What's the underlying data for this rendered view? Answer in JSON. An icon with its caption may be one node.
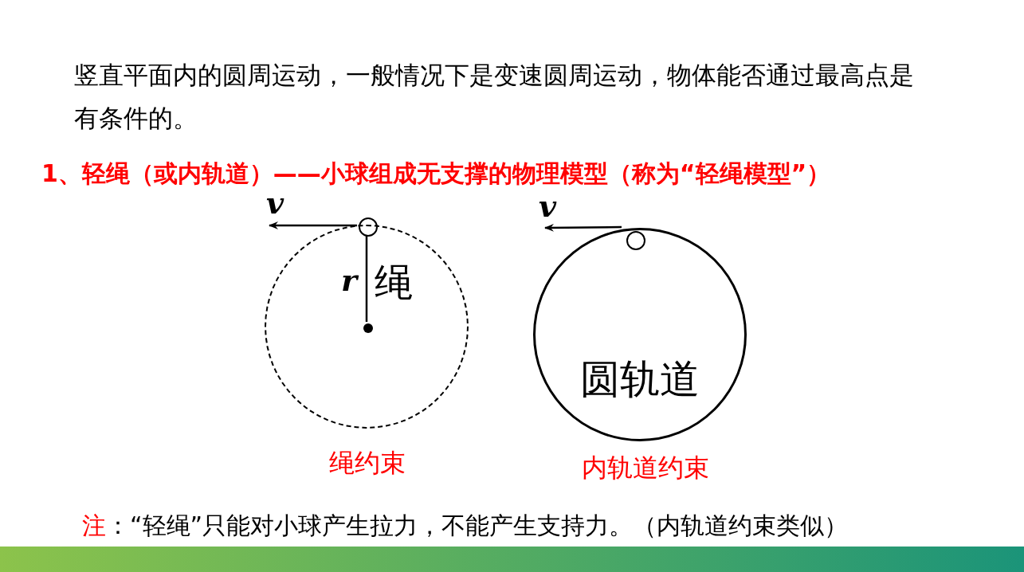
{
  "diagram": {
    "nodes": [
      {
        "text": [],
        "shape": "circle",
        "beside": [
          "绳约束"
        ]
      },
      {
        "text": [],
        "shape": "circle",
        "in": 0
      },
      {
        "text": [],
        "shape": "circle",
        "in": 0
      },
      {
        "text": [
          "圆轨道"
        ],
        "beside": [
          "内轨道约束"
        ]
      },
      {
        "text": [],
        "shape": "circle",
        "in": 3
      }
    ],
    "edges": [
      {
        "from": 1,
        "to": 2,
        "arrow": "none"
      }
    ],
    "labels": [
      "竖直平面内的圆周运动，一般情况下是变速圆周运动，物体能否通过最高点是有条件的。",
      "1、轻绳（或内轨道）——小球组成无支撑的物理模型（称为“轻绳模型”）",
      "v",
      "r",
      "绳",
      "v",
      "注",
      "：“轻绳”只能对小球产生拉力，不能产生支持力。（内轨道约束类似）"
    ]
  }
}
